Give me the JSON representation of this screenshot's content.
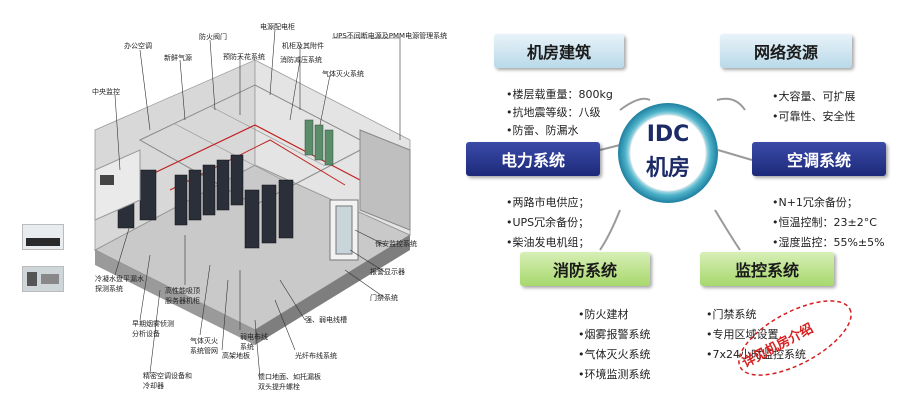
{
  "left": {
    "labels": [
      {
        "text": "办公空调"
      },
      {
        "text": "新鲜气源"
      },
      {
        "text": "防火阀门"
      },
      {
        "text": "电源配电柜"
      },
      {
        "text": "UPS不间断电源及PMM电源管理系统"
      },
      {
        "text": "机柜及其附件"
      },
      {
        "text": "预防天花系统"
      },
      {
        "text": "消防减压系统"
      },
      {
        "text": "气体灭火系统"
      },
      {
        "text": "中央监控"
      },
      {
        "text": "保安监控系统"
      },
      {
        "text": "报警显示器"
      },
      {
        "text": "门禁系统"
      },
      {
        "text": "冷凝水盘平漏水"
      },
      {
        "text": "探测系统"
      },
      {
        "text": "高性能吸顶"
      },
      {
        "text": "服务器机柜"
      },
      {
        "text": "早期烟雾侦测"
      },
      {
        "text": "分析设备"
      },
      {
        "text": "气体灭火"
      },
      {
        "text": "系统管网"
      },
      {
        "text": "弱电布线"
      },
      {
        "text": "系统"
      },
      {
        "text": "高架地板"
      },
      {
        "text": "强、弱电线槽"
      },
      {
        "text": "光纤布线系统"
      },
      {
        "text": "精密空调设备和"
      },
      {
        "text": "冷却器"
      },
      {
        "text": "馈口地面、如托漏板"
      },
      {
        "text": "双头提升螺栓"
      }
    ]
  },
  "right": {
    "center": {
      "line1": "IDC",
      "line2": "机房"
    },
    "cards": {
      "building": {
        "title": "机房建筑",
        "items": [
          "•楼层载重量：800kg",
          "•抗地震等级：八级",
          "•防雷、防漏水"
        ]
      },
      "network": {
        "title": "网络资源",
        "items": [
          "•大容量、可扩展",
          "•可靠性、安全性"
        ]
      },
      "power": {
        "title": "电力系统",
        "items": [
          "•两路市电供应；",
          "•UPS冗余备份；",
          "•柴油发电机组；"
        ]
      },
      "hvac": {
        "title": "空调系统",
        "items": [
          "•N+1冗余备份；",
          "•恒温控制：23±2°C",
          "•湿度监控：55%±5%"
        ]
      },
      "fire": {
        "title": "消防系统",
        "items": [
          "•防火建材",
          "•烟雾报警系统",
          "•气体灭火系统",
          "•环境监测系统"
        ]
      },
      "monitor": {
        "title": "监控系统",
        "items": [
          "•门禁系统",
          "•专用区域设置",
          "•7x24小时监控系统"
        ]
      }
    },
    "stamp": "详见机房介绍"
  },
  "colors": {
    "navy": "#1d2a7a",
    "green": "#a7d86c",
    "blue": "#b9d9e9",
    "stamp": "#d62020"
  }
}
